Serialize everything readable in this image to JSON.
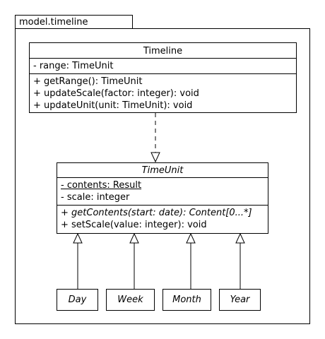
{
  "package": {
    "name": "model.timeline"
  },
  "timeline": {
    "name": "Timeline",
    "attributes": [
      "- range: TimeUnit"
    ],
    "operations": [
      "+ getRange(): TimeUnit",
      "+ updateScale(factor: integer): void",
      "+ updateUnit(unit: TimeUnit): void"
    ]
  },
  "timeunit": {
    "name": "TimeUnit",
    "attributes": {
      "contents": "- contents: Result",
      "scale": "- scale: integer"
    },
    "operations": {
      "getContents": "+ getContents(start: date): Content[0...*]",
      "setScale": "+ setScale(value: integer): void"
    }
  },
  "subclasses": [
    "Day",
    "Week",
    "Month",
    "Year"
  ]
}
